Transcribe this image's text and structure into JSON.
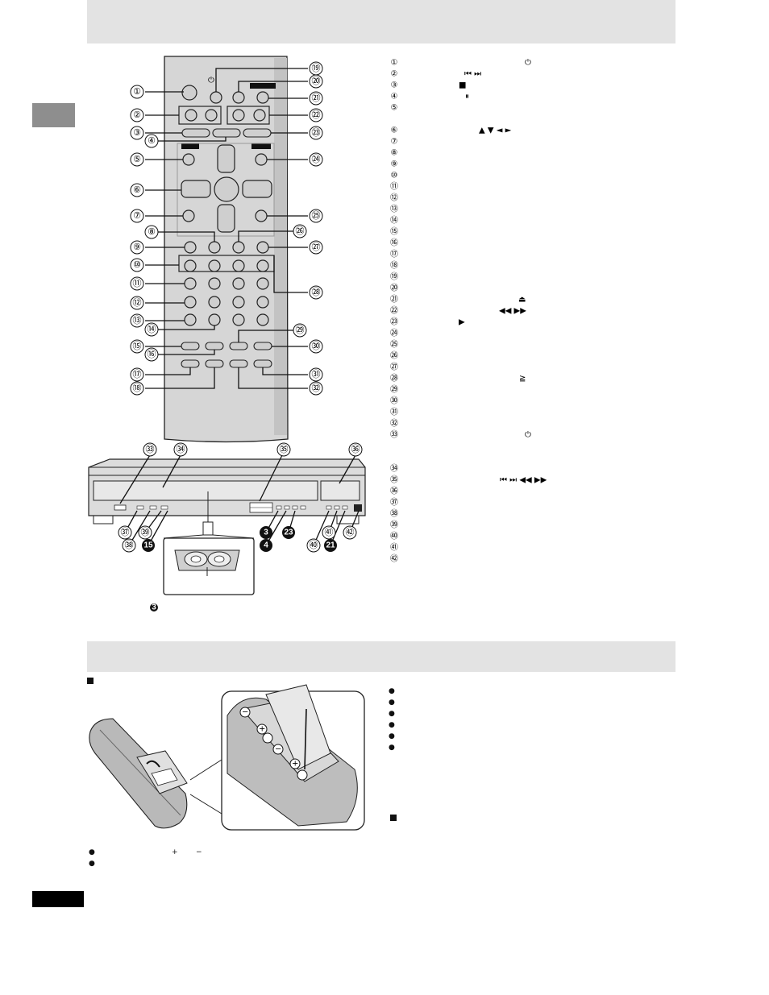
{
  "bands": {
    "top": "",
    "battery": ""
  },
  "icons": {
    "power": "⏻",
    "skip_pair": "⏮ ⏭",
    "stop": "■",
    "pause": "⏸",
    "arrows": "▲ ▼ ◄ ►",
    "eject": "⏏",
    "search_pair": "◀◀ ▶▶",
    "play": "▶",
    "ge": "≧",
    "front_pair": "⏮ ⏭ ◀◀ ▶▶",
    "plus": "+",
    "minus": "−"
  },
  "callout_numbers": [
    "①",
    "②",
    "③",
    "④",
    "⑤",
    "⑥",
    "⑦",
    "⑧",
    "⑨",
    "⑩",
    "⑪",
    "⑫",
    "⑬",
    "⑭",
    "⑮",
    "⑯",
    "⑰",
    "⑱",
    "⑲",
    "⑳",
    "㉑",
    "㉒",
    "㉓",
    "㉔",
    "㉕",
    "㉖",
    "㉗",
    "㉘",
    "㉙",
    "㉚",
    "㉛",
    "㉜",
    "㉝",
    "㉞",
    "㉟",
    "㊱",
    "㊲",
    "㊳",
    "㊴",
    "㊵",
    "㊶",
    "㊷"
  ],
  "black_callouts": [
    "3",
    "4",
    "23",
    "21",
    "15"
  ],
  "note_callout": "3",
  "battery_bullets": 6,
  "bottom_bullets": 2,
  "colors": {
    "band": "#e3e3e3",
    "sidetab": "#8e8e8e",
    "remote_body": "#d6d6d6",
    "button": "#cfcfcf"
  }
}
